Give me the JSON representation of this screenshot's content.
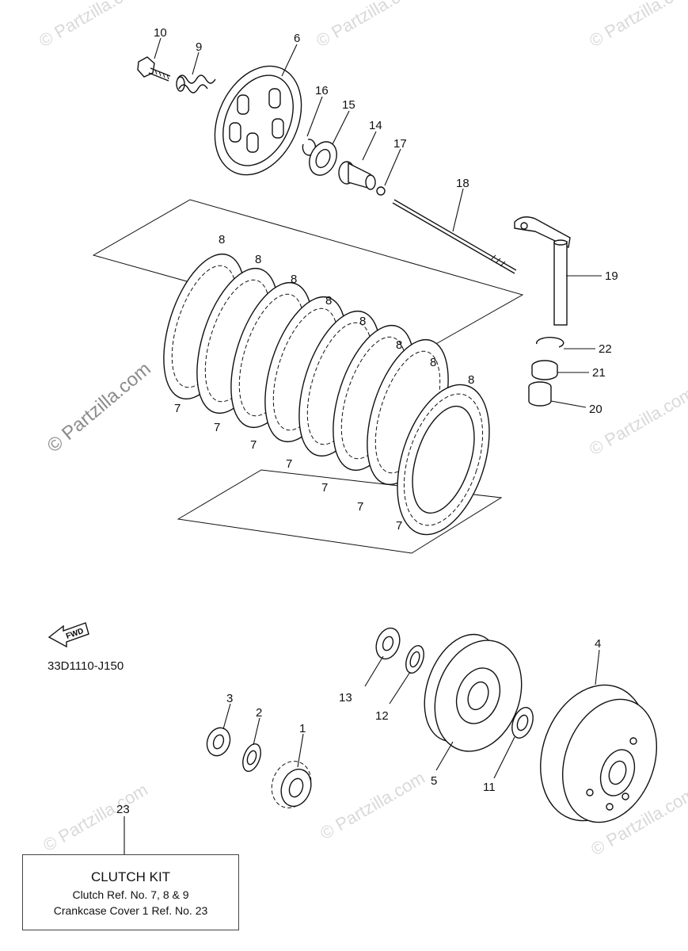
{
  "watermark": "© Partzilla.com",
  "diagram_code": "33D1110-J150",
  "fwd_label": "FWD",
  "callouts": {
    "n1": "1",
    "n2": "2",
    "n3": "3",
    "n4": "4",
    "n5": "5",
    "n6": "6",
    "n7": "7",
    "n8": "8",
    "n9": "9",
    "n10": "10",
    "n11": "11",
    "n12": "12",
    "n13": "13",
    "n14": "14",
    "n15": "15",
    "n16": "16",
    "n17": "17",
    "n18": "18",
    "n19": "19",
    "n20": "20",
    "n21": "21",
    "n22": "22",
    "n23": "23"
  },
  "kit": {
    "title": "CLUTCH KIT",
    "line1": "Clutch Ref. No. 7, 8 & 9",
    "line2": "Crankcase Cover 1 Ref. No. 23"
  }
}
